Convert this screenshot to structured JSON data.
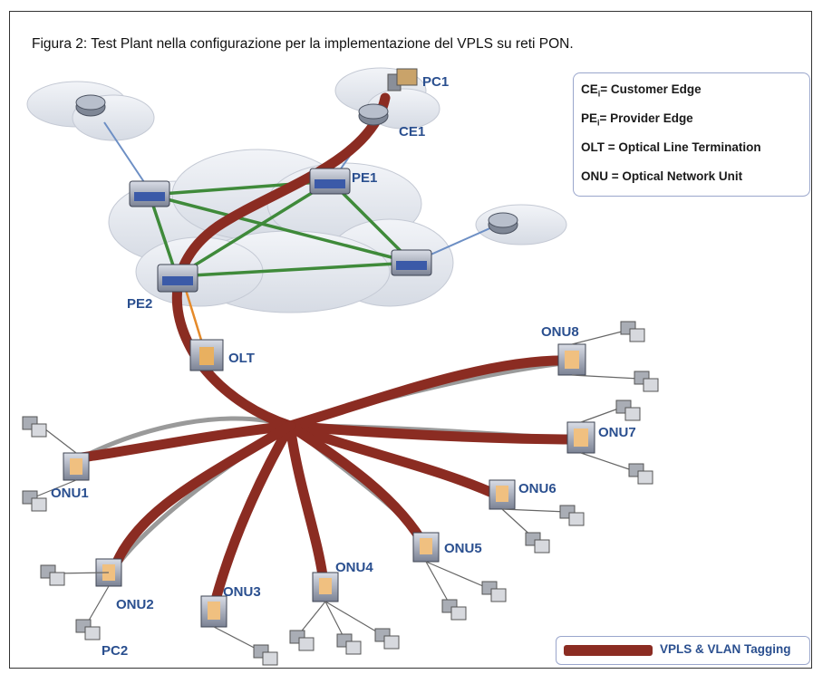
{
  "caption": "Figura 2: Test Plant nella configurazione per la implementazione del VPLS su reti PON.",
  "legend": [
    {
      "key": "CE",
      "sub": "i",
      "text": "= Customer Edge"
    },
    {
      "key": "PE",
      "sub": "i",
      "text": "= Provider Edge"
    },
    {
      "key": "OLT",
      "sub": "",
      "text": " = Optical Line Termination"
    },
    {
      "key": "ONU",
      "sub": "",
      "text": " = Optical Network Unit"
    }
  ],
  "labels": {
    "pc1": "PC1",
    "ce1": "CE1",
    "pe1": "PE1",
    "pe2": "PE2",
    "olt": "OLT",
    "onu1": "ONU1",
    "onu2": "ONU2",
    "onu3": "ONU3",
    "onu4": "ONU4",
    "onu5": "ONU5",
    "onu6": "ONU6",
    "onu7": "ONU7",
    "onu8": "ONU8",
    "pc2": "PC2"
  },
  "vpls_key": "VPLS & VLAN Tagging",
  "colors": {
    "vpls": "#8b2c22",
    "mesh": "#3f8a3a",
    "label": "#2a4f8f",
    "access": "#6d8fc4"
  }
}
